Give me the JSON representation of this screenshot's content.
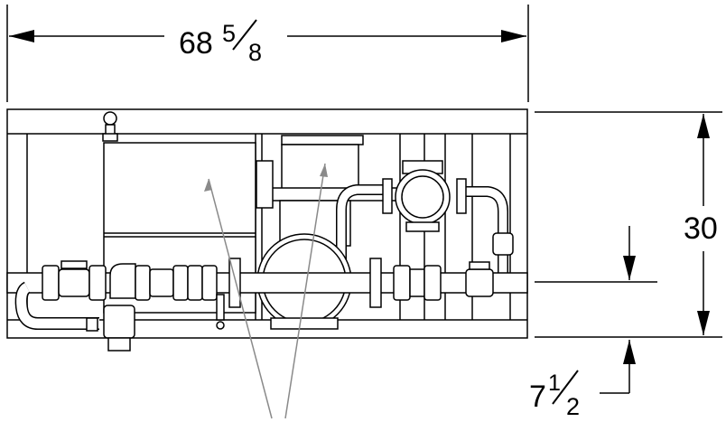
{
  "dimensions": {
    "width": {
      "whole": "68",
      "num": "5",
      "den": "8"
    },
    "height": {
      "whole": "30"
    },
    "pipe_height": {
      "whole": "7",
      "num": "1",
      "den": "2"
    }
  },
  "colors": {
    "line": "#000000",
    "leader": "#8a8a8a",
    "background": "#ffffff"
  }
}
